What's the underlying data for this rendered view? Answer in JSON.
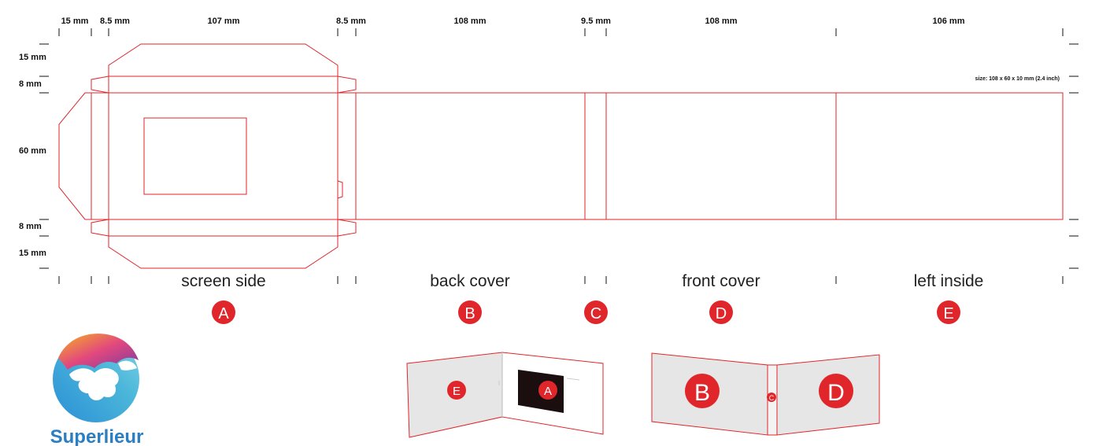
{
  "dimensions": {
    "top": [
      "15 mm",
      "8.5 mm",
      "107 mm",
      "8.5 mm",
      "108 mm",
      "9.5 mm",
      "108 mm",
      "106 mm"
    ],
    "left": [
      "15 mm",
      "8 mm",
      "60 mm",
      "8 mm",
      "15 mm"
    ]
  },
  "size_note": "size: 108 x 60 x 10 mm (2.4 inch)",
  "panels": [
    {
      "label": "screen side",
      "badge": "A"
    },
    {
      "label": "back cover",
      "badge": "B"
    },
    {
      "label": "",
      "badge": "C"
    },
    {
      "label": "front cover",
      "badge": "D"
    },
    {
      "label": "left inside",
      "badge": "E"
    }
  ],
  "mockup_open": {
    "left_badge": "E",
    "right_badge": "A"
  },
  "mockup_closed": {
    "left_badge": "B",
    "middle_badge": "C",
    "right_badge": "D"
  },
  "logo": {
    "brand": "Superlieur"
  },
  "colors": {
    "cut_line": "#e0262a",
    "badge": "#e0262a",
    "panel_fill": "#e6e6e6",
    "brand": "#2a7ec1"
  }
}
